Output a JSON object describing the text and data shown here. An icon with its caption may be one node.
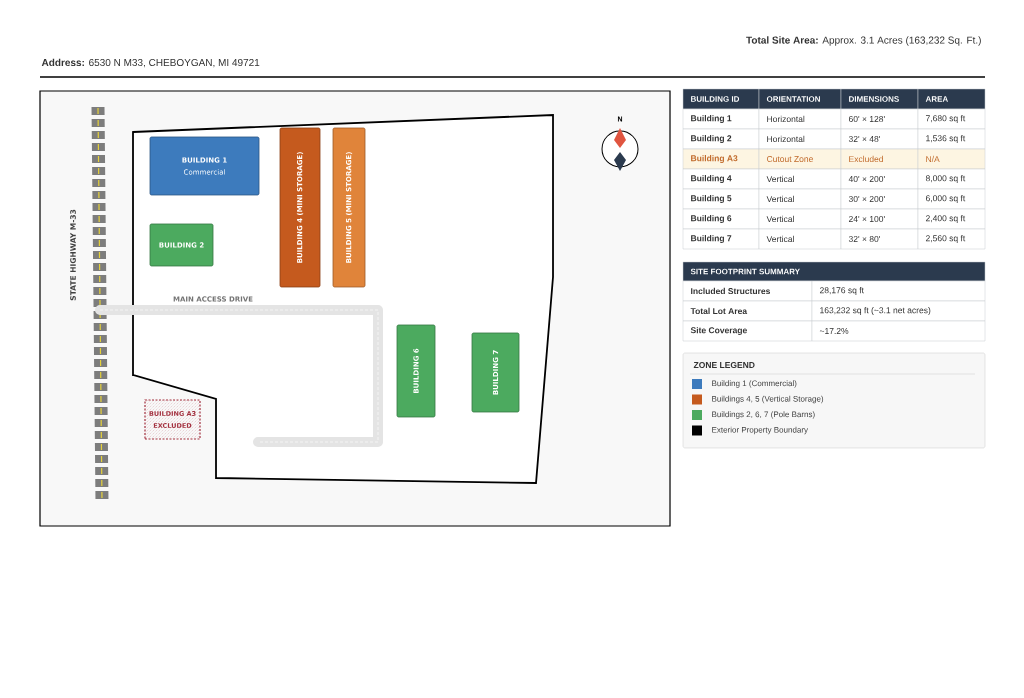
{
  "diagram": {
    "nodes": [
      {
        "text": [
          "BUILDING 1",
          "Commercial"
        ]
      },
      {
        "text": [
          "BUILDING 4 (MINI STORAGE)"
        ]
      },
      {
        "text": [
          "BUILDING 5 (MINI STORAGE)"
        ]
      },
      {
        "text": [
          "BUILDING 2"
        ]
      },
      {
        "text": [
          "BUILDING 6"
        ]
      },
      {
        "text": [
          "BUILDING 7"
        ]
      },
      {
        "text": [
          "BUILDING A3",
          "EXCLUDED"
        ]
      }
    ],
    "labels": [
      "**Total Site Area:** Approx. 3.1 Acres (163,232 Sq. Ft.)",
      "**Address:** 6530 N M33, CHEBOYGAN, MI 49721",
      "STATE HIGHWAY M-33",
      "MAIN ACCESS DRIVE",
      "N",
      "BUILDING ID",
      "ORIENTATION",
      "DIMENSIONS",
      "AREA",
      "Building 1",
      "Horizontal",
      "60' × 128'",
      "7,680 sq ft",
      "Building 2",
      "Horizontal",
      "32' × 48'",
      "1,536 sq ft",
      "Building A3",
      "Cutout Zone",
      "Excluded",
      "N/A",
      "Building 4",
      "Vertical",
      "40' × 200'",
      "8,000 sq ft",
      "Building 5",
      "Vertical",
      "30' × 200'",
      "6,000 sq ft",
      "Building 6",
      "Vertical",
      "24' × 100'",
      "2,400 sq ft",
      "Building 7",
      "Vertical",
      "32' × 80'",
      "2,560 sq ft",
      "SITE FOOTPRINT SUMMARY",
      "Included Structures",
      "28,176 sq ft",
      "Total Lot Area",
      "163,232 sq ft (~3.1 net acres)",
      "Site Coverage",
      "~17.2%",
      "ZONE LEGEND"
    ],
    "legend": [
      {
        "text": "Building 1 (Commercial)",
        "color": "#3d7bbd"
      },
      {
        "text": "Buildings 4, 5 (Vertical Storage)",
        "color": "#c55a1e"
      },
      {
        "text": "Buildings 2, 6, 7 (Pole Barns)",
        "color": "#4caa5f"
      },
      {
        "text": "Exterior Property Boundary",
        "color": "#000000"
      }
    ]
  }
}
